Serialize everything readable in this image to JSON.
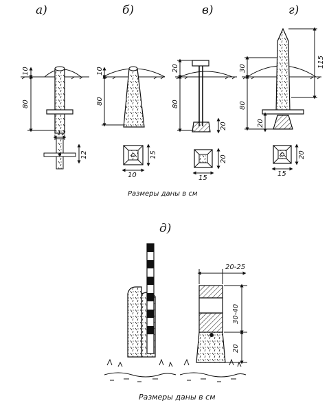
{
  "panel_labels": [
    "а)",
    "б)",
    "в)",
    "г)",
    "д)"
  ],
  "dims": {
    "a": [
      "10",
      "80",
      "12",
      "12"
    ],
    "b": [
      "10",
      "80",
      "15",
      "10"
    ],
    "v": [
      "20",
      "80",
      "20",
      "20",
      "15"
    ],
    "g": [
      "115",
      "30",
      "80",
      "20",
      "20",
      "15"
    ],
    "d": [
      "20-25",
      "30-40",
      "20"
    ]
  },
  "captions": {
    "top": "Размеры даны в см",
    "bottom": "Размеры даны в см"
  }
}
